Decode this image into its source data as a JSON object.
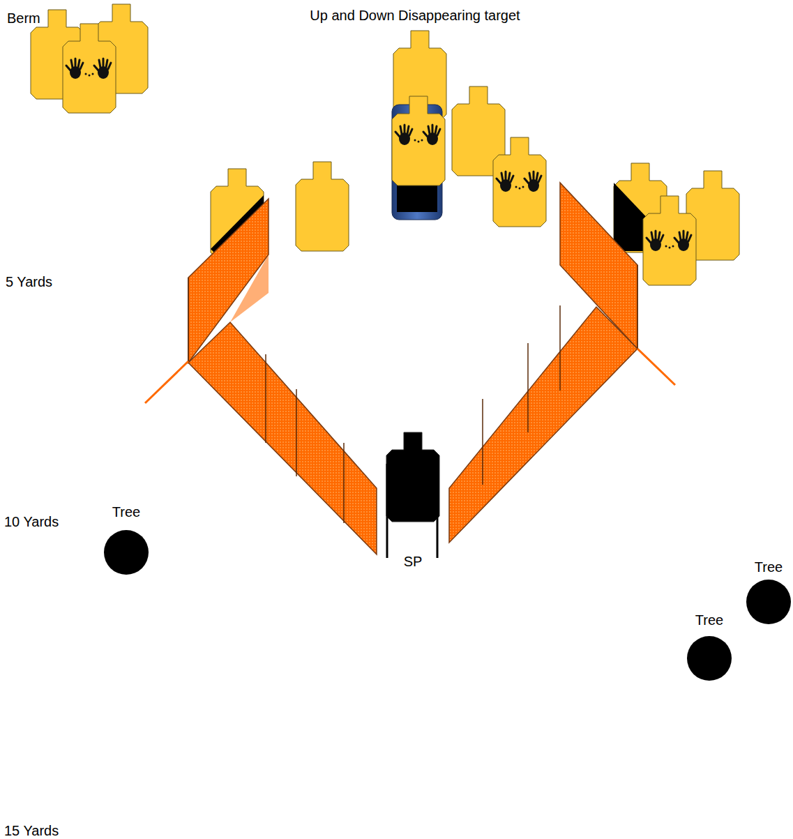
{
  "diagram": {
    "nodes": [
      {
        "text": [
          "Tree"
        ]
      },
      {
        "text": [
          "Tree"
        ]
      },
      {
        "text": [
          "Tree"
        ]
      }
    ],
    "labels": [
      "Berm",
      "Up and Down Disappearing target",
      "5 Yards",
      "10 Yards",
      "15 Yards",
      "SP"
    ]
  }
}
